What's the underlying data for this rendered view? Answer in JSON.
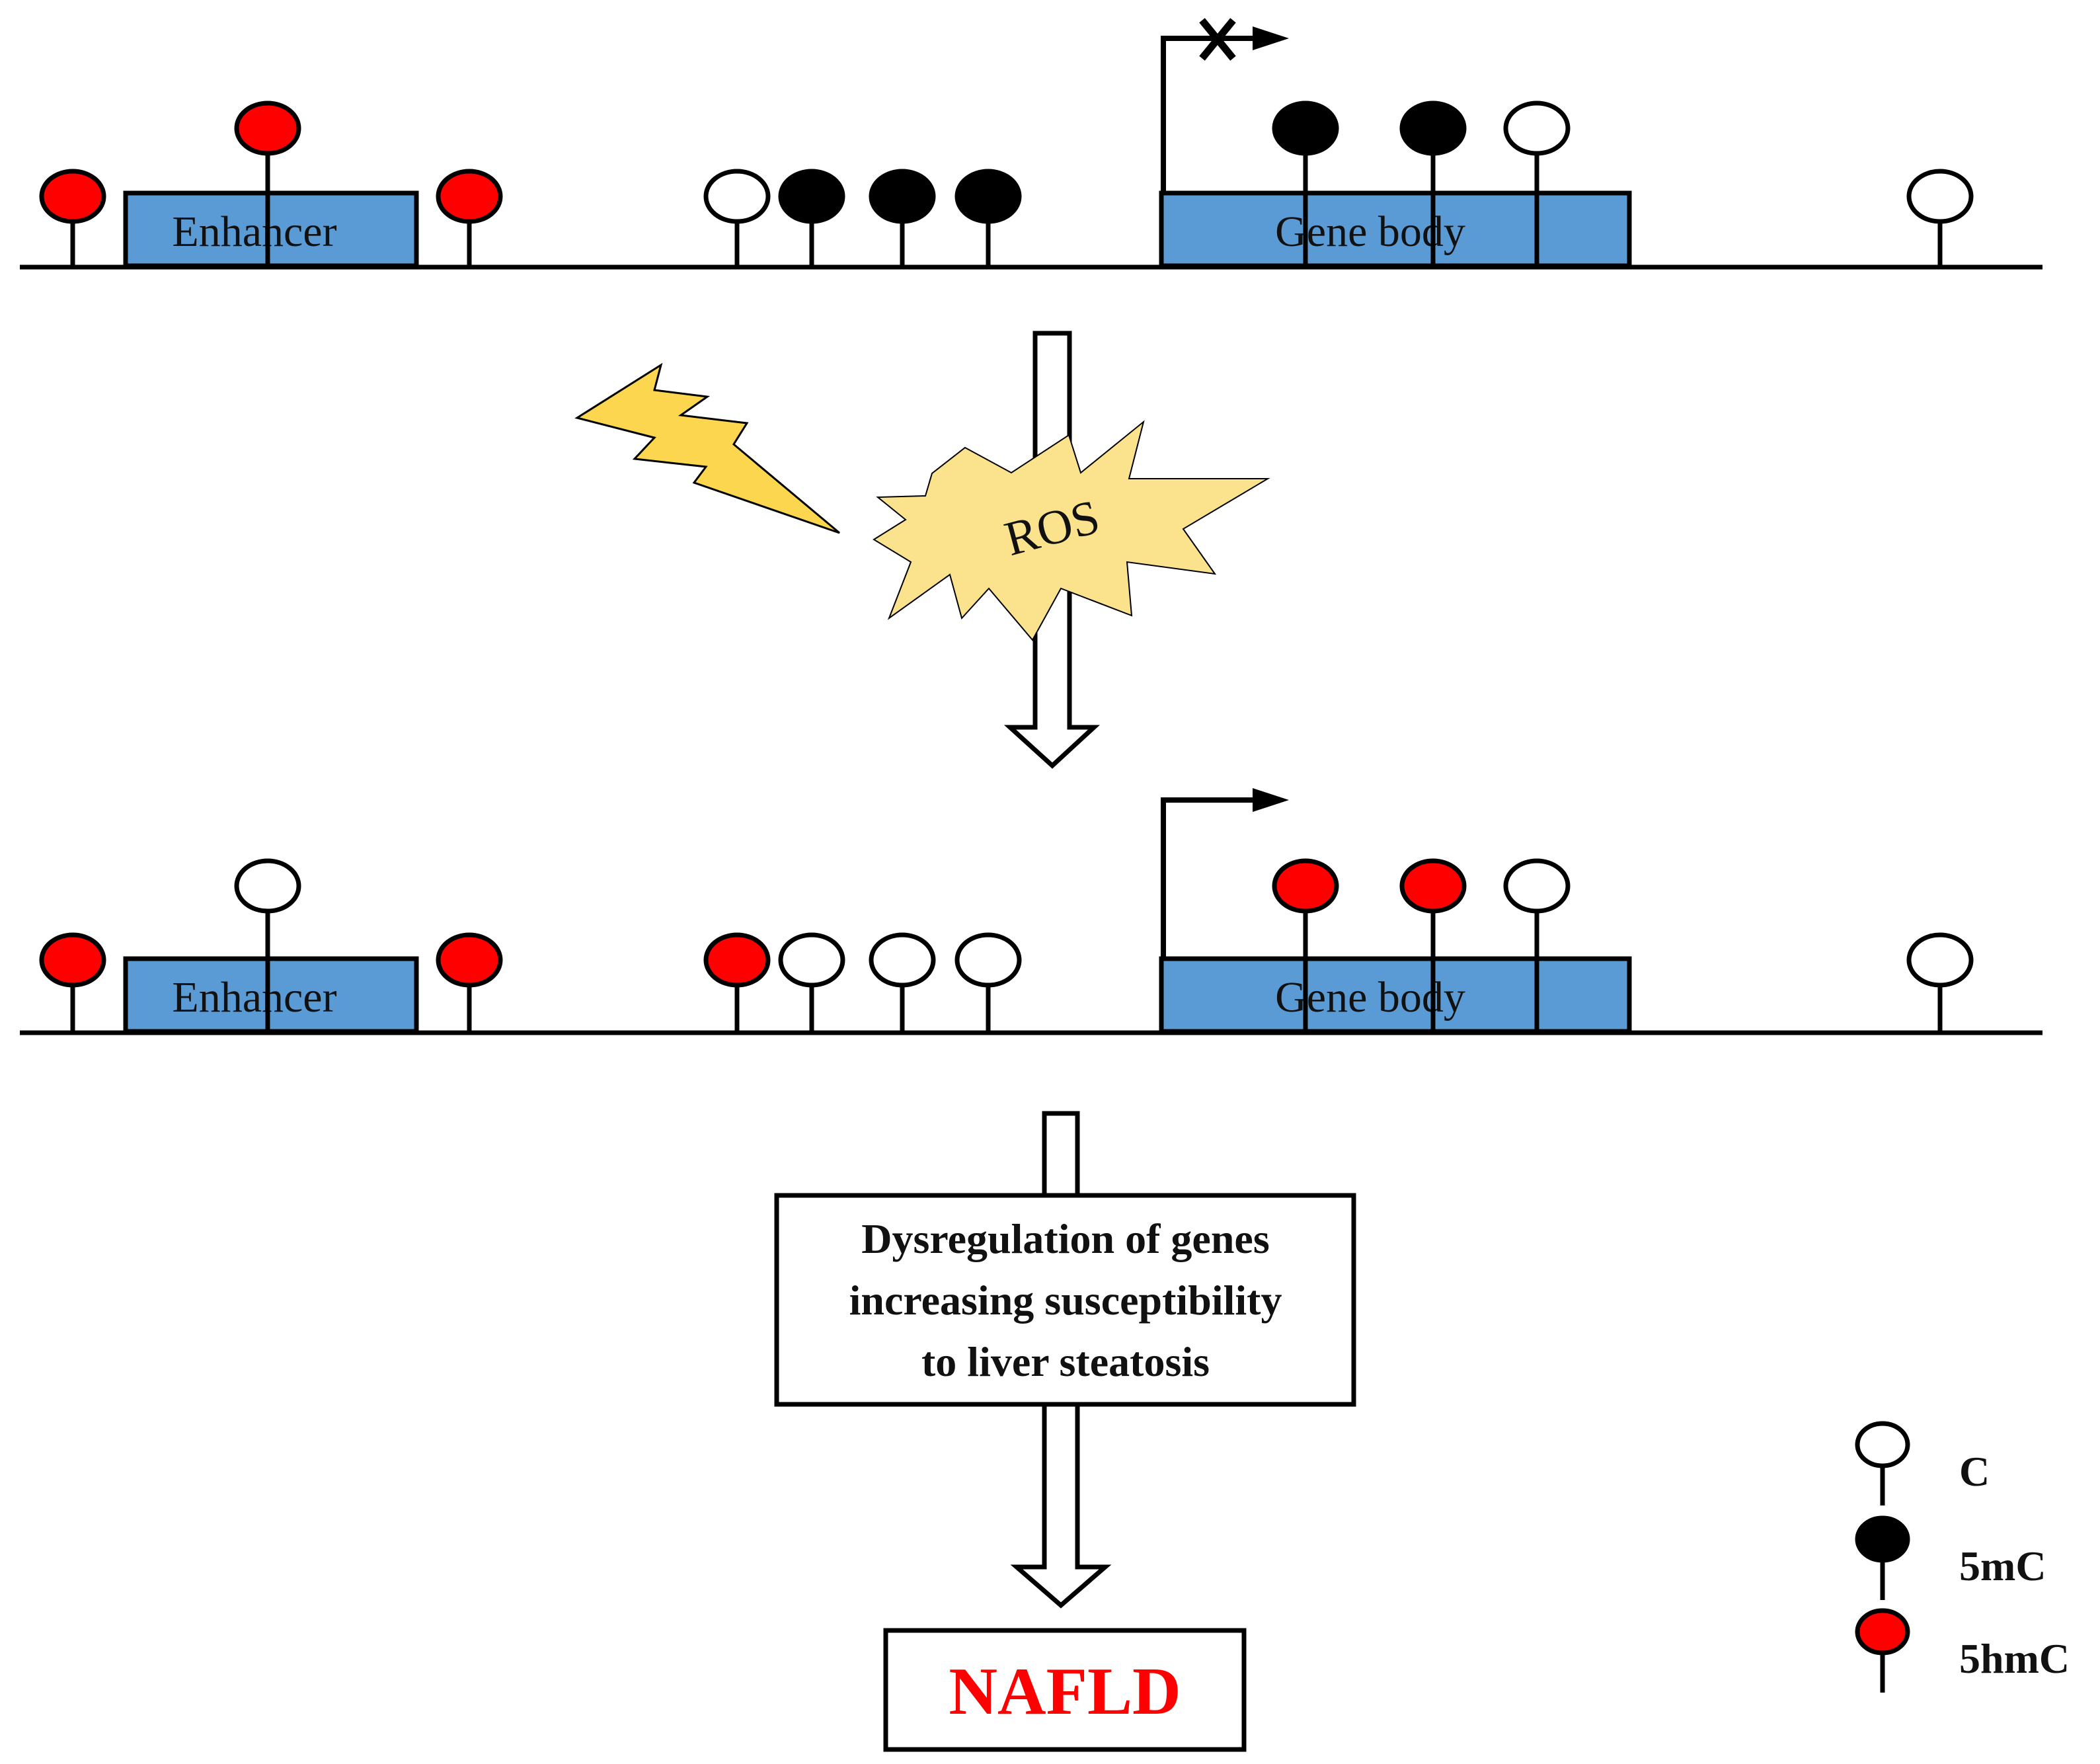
{
  "colors": {
    "box_fill": "#5b9bd5",
    "c": "#ffffff",
    "5mC": "#000000",
    "5hmC": "#ff0000",
    "ros_fill": "#fbe38e",
    "bolt_fill": "#fcd64e",
    "outcome_text": "#ff0000"
  },
  "icons": {
    "transcription_start": "bent-arrow-icon",
    "blocked": "cross-mark-icon",
    "oxidative_stress": "lightning-bolt-icon",
    "ros_burst": "explosion-burst-icon"
  },
  "top_panel": {
    "enhancer_label": "Enhancer",
    "gene_body_label": "Gene body",
    "transcription": "blocked",
    "sites_left_to_right": [
      "5hmC",
      "5hmC",
      "5hmC",
      "C",
      "5mC",
      "5mC",
      "5mC",
      "5mC",
      "5mC",
      "C",
      "C"
    ]
  },
  "bottom_panel": {
    "enhancer_label": "Enhancer",
    "gene_body_label": "Gene body",
    "transcription": "active",
    "sites_left_to_right": [
      "5hmC",
      "C",
      "5hmC",
      "5hmC",
      "C",
      "C",
      "C",
      "5hmC",
      "5hmC",
      "C",
      "C"
    ]
  },
  "ros_label": "ROS",
  "consequence_lines": [
    "Dysregulation of genes",
    "increasing susceptibility",
    "to liver steatosis"
  ],
  "outcome_label": "NAFLD",
  "legend": [
    {
      "type": "C",
      "label": "C"
    },
    {
      "type": "5mC",
      "label": "5mC"
    },
    {
      "type": "5hmC",
      "label": "5hmC"
    }
  ]
}
